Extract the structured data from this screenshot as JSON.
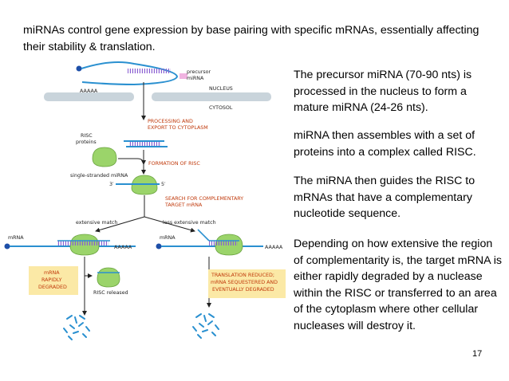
{
  "slide": {
    "title": "miRNAs control gene expression by base pairing with specific mRNAs, essentially affecting their stability & translation.",
    "paragraphs": [
      "The precursor miRNA (70-90 nts) is processed in the nucleus to form a mature miRNA (24-26 nts).",
      "miRNA then assembles with a set of proteins into a complex called RISC.",
      "The miRNA then guides the RISC to mRNAs that have a complementary nucleotide sequence.",
      "Depending on how extensive the region of complementarity is, the target mRNA is either rapidly degraded by a nuclease within the RISC or transferred to an area of the cytoplasm where other cellular nucleases will destroy it."
    ],
    "page_number": "17"
  },
  "diagram": {
    "precursor_line1": "precursor",
    "precursor_line2": "miRNA",
    "aaaaa": "AAAAA",
    "nucleus": "NUCLEUS",
    "cytosol": "CYTOSOL",
    "processing_line1": "PROCESSING AND",
    "processing_line2": "EXPORT TO CYTOPLASM",
    "risc_line1": "RISC",
    "risc_line2": "proteins",
    "formation": "FORMATION OF RISC",
    "single_stranded": "single-stranded miRNA",
    "three_prime": "3′",
    "five_prime": "5′",
    "search_line1": "SEARCH FOR COMPLEMENTARY",
    "search_line2": "TARGET mRNA",
    "extensive": "extensive match",
    "less_extensive": "less extensive match",
    "mrna_left": "mRNA",
    "mrna_right": "mRNA",
    "aaaaa_left": "AAAAA",
    "aaaaa_right": "AAAAA",
    "degraded_line1": "mRNA",
    "degraded_line2": "RAPIDLY",
    "degraded_line3": "DEGRADED",
    "risc_released": "RISC released",
    "trans_line1": "TRANSLATION REDUCED;",
    "trans_line2": "mRNA SEQUESTERED AND",
    "trans_line3": "EVENTUALLY DEGRADED"
  }
}
